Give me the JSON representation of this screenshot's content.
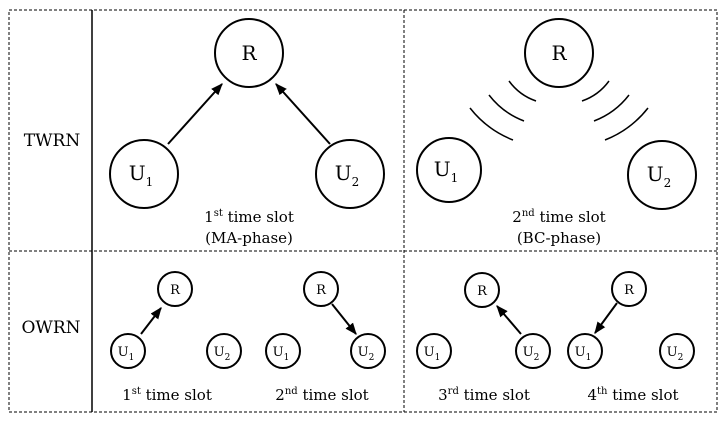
{
  "rows": {
    "top": {
      "label": "TWRN"
    },
    "bottom": {
      "label": "OWRN"
    }
  },
  "twrn": {
    "ma": {
      "relay": "R",
      "user1": {
        "base": "U",
        "sub": "1"
      },
      "user2": {
        "base": "U",
        "sub": "2"
      },
      "caption": {
        "num": "1",
        "sup": "st",
        "text": " time slot"
      },
      "phase": "(MA-phase)"
    },
    "bc": {
      "relay": "R",
      "user1": {
        "base": "U",
        "sub": "1"
      },
      "user2": {
        "base": "U",
        "sub": "2"
      },
      "caption": {
        "num": "2",
        "sup": "nd",
        "text": " time slot"
      },
      "phase": "(BC-phase)"
    }
  },
  "owrn": {
    "slot1": {
      "relay": "R",
      "user1": {
        "base": "U",
        "sub": "1"
      },
      "user2": {
        "base": "U",
        "sub": "2"
      },
      "caption": {
        "num": "1",
        "sup": "st",
        "text": " time slot"
      }
    },
    "slot2": {
      "relay": "R",
      "user1": {
        "base": "U",
        "sub": "1"
      },
      "user2": {
        "base": "U",
        "sub": "2"
      },
      "caption": {
        "num": "2",
        "sup": "nd",
        "text": " time slot"
      }
    },
    "slot3": {
      "relay": "R",
      "user1": {
        "base": "U",
        "sub": "1"
      },
      "user2": {
        "base": "U",
        "sub": "2"
      },
      "caption": {
        "num": "3",
        "sup": "rd",
        "text": " time slot"
      }
    },
    "slot4": {
      "relay": "R",
      "user1": {
        "base": "U",
        "sub": "1"
      },
      "user2": {
        "base": "U",
        "sub": "2"
      },
      "caption": {
        "num": "4",
        "sup": "th",
        "text": " time slot"
      }
    }
  }
}
